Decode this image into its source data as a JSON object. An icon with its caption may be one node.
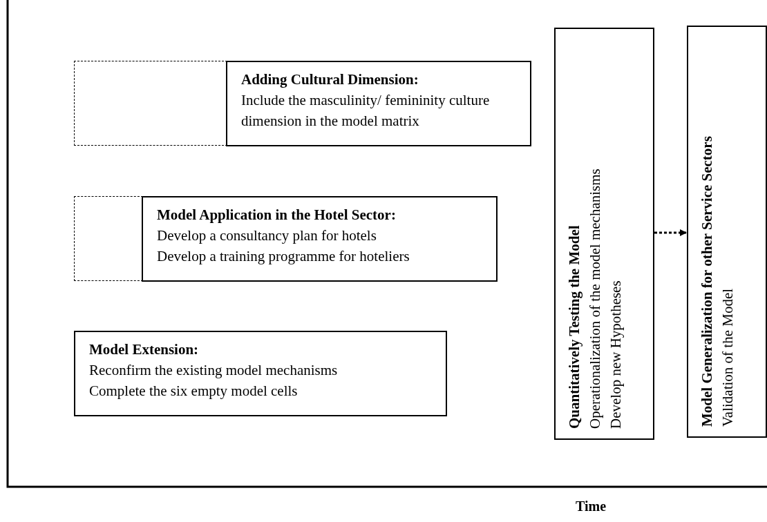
{
  "diagram": {
    "nodes": [
      {
        "text": [],
        "shape": "box"
      },
      {
        "text": [
          "Adding Cultural Dimension:",
          "Include the masculinity/ femininity culture dimension in the model matrix"
        ]
      },
      {
        "text": [],
        "shape": "box"
      },
      {
        "text": [
          "Model Application in the Hotel Sector:",
          "Develop a consultancy plan for hotels",
          "Develop a training programme for hoteliers"
        ]
      },
      {
        "text": [
          "Model Extension:",
          "Reconfirm the existing model mechanisms",
          "Complete the six empty model cells"
        ]
      },
      {
        "text": [
          "Quantitatively Testing the Model",
          "Operationalization of the model mechanisms",
          "Develop new Hypotheses"
        ]
      },
      {
        "text": [
          "Model Generalization for other Service Sectors",
          "Validation of the Model"
        ]
      }
    ],
    "edges": [
      {
        "from": 5,
        "to": 6,
        "arrow": "to",
        "style": "dashed"
      }
    ],
    "labels": [
      "Time"
    ]
  }
}
